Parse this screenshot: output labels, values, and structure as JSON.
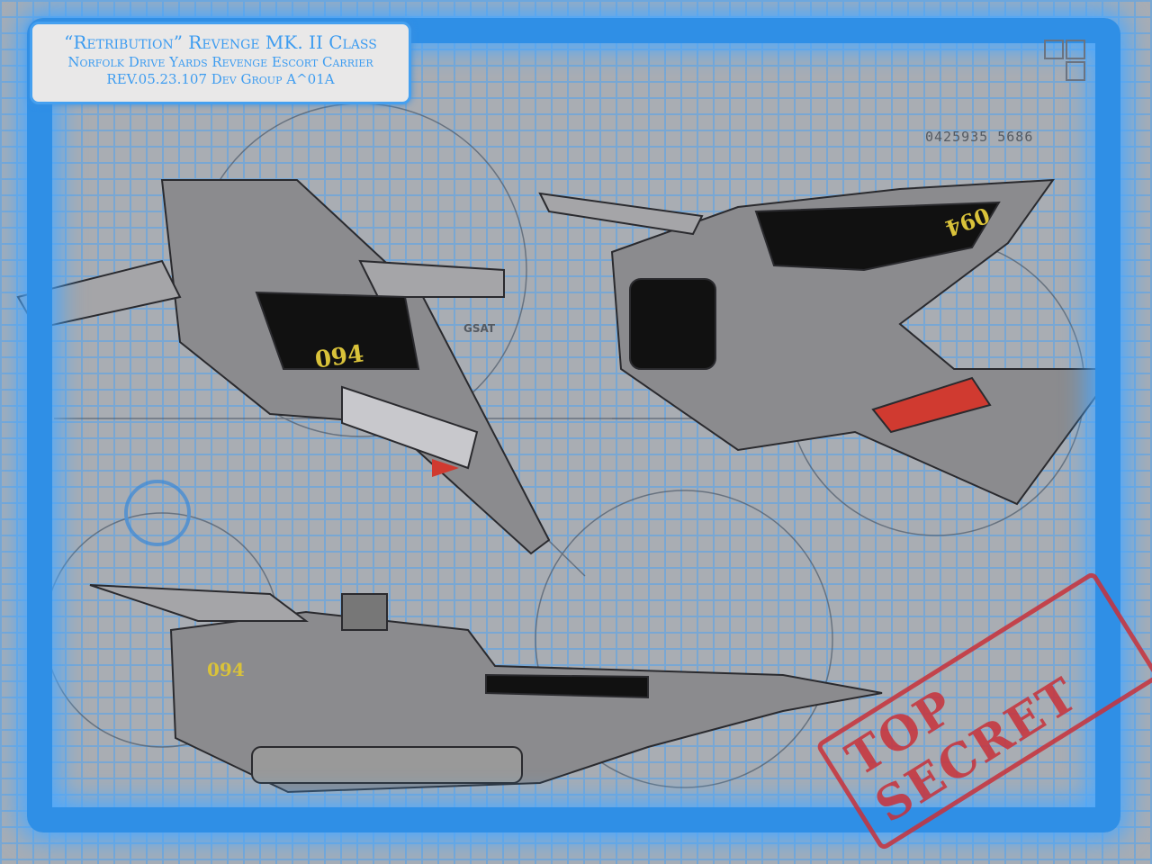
{
  "title_box": {
    "line1": "“Retribution” Revenge MK. II Class",
    "line2": "Norfolk Drive Yards Revenge Escort Carrier",
    "line3": "REV.05.23.107  Dev Group A^01A"
  },
  "serial_code": "0425935 5686",
  "gsat_label": "GSAT",
  "hull_number": "094",
  "stamp_text": "TOP SECRET",
  "colors": {
    "frame": "#2f8fe6",
    "grid": "#6aa6de",
    "stamp": "#c8313a",
    "hull_mark": "#d9c23a"
  }
}
